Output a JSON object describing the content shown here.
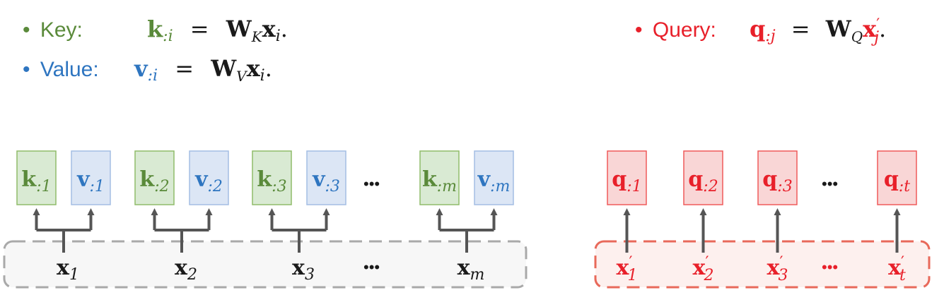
{
  "colors": {
    "key": "#5a8a3a",
    "value": "#2e75c0",
    "query": "#e8202a",
    "key_fill": "#d9ead3",
    "key_stroke": "#8fbc6a",
    "value_fill": "#dce6f5",
    "value_stroke": "#a4bde3",
    "query_fill": "#f9d6d6",
    "query_stroke": "#ef5a5a",
    "text_dark": "#1a1a1a",
    "arrow": "#555555",
    "input_box_fill": "#f7f7f7",
    "input_box_stroke": "#a9a9a9",
    "query_box_fill": "#fdf0ee",
    "query_box_stroke": "#e8695a"
  },
  "legend": {
    "key": {
      "bullet": "•",
      "label": "Key:",
      "lhs": "k",
      "lhs_sub": ":i",
      "eq": "=",
      "rhs_w": "W",
      "rhs_w_sub": "K",
      "rhs_x": "x",
      "rhs_x_sub": "i",
      "end": "."
    },
    "value": {
      "bullet": "•",
      "label": "Value:",
      "lhs": "v",
      "lhs_sub": ":i",
      "eq": "=",
      "rhs_w": "W",
      "rhs_w_sub": "V",
      "rhs_x": "x",
      "rhs_x_sub": "i",
      "end": "."
    },
    "query": {
      "bullet": "•",
      "label": "Query:",
      "lhs": "q",
      "lhs_sub": ":j",
      "eq": "=",
      "rhs_w": "W",
      "rhs_w_sub": "Q",
      "rhs_x": "x",
      "rhs_x_prime": "′",
      "rhs_x_sub": "j",
      "end": "."
    }
  },
  "kv_groups": [
    {
      "k_sym": "k",
      "k_sub": ":1",
      "v_sym": "v",
      "v_sub": ":1",
      "x_sym": "x",
      "x_sub": "1"
    },
    {
      "k_sym": "k",
      "k_sub": ":2",
      "v_sym": "v",
      "v_sub": ":2",
      "x_sym": "x",
      "x_sub": "2"
    },
    {
      "k_sym": "k",
      "k_sub": ":3",
      "v_sym": "v",
      "v_sub": ":3",
      "x_sym": "x",
      "x_sub": "3"
    },
    {
      "k_sym": "k",
      "k_sub": ":m",
      "v_sym": "v",
      "v_sub": ":m",
      "x_sym": "x",
      "x_sub": "m"
    }
  ],
  "q_items": [
    {
      "q_sym": "q",
      "q_sub": ":1",
      "x_sym": "x",
      "x_prime": "′",
      "x_sub": "1"
    },
    {
      "q_sym": "q",
      "q_sub": ":2",
      "x_sym": "x",
      "x_prime": "′",
      "x_sub": "2"
    },
    {
      "q_sym": "q",
      "q_sub": ":3",
      "x_sym": "x",
      "x_prime": "′",
      "x_sub": "3"
    },
    {
      "q_sym": "q",
      "q_sub": ":t",
      "x_sym": "x",
      "x_prime": "′",
      "x_sub": "t"
    }
  ],
  "ellipsis": "•••"
}
